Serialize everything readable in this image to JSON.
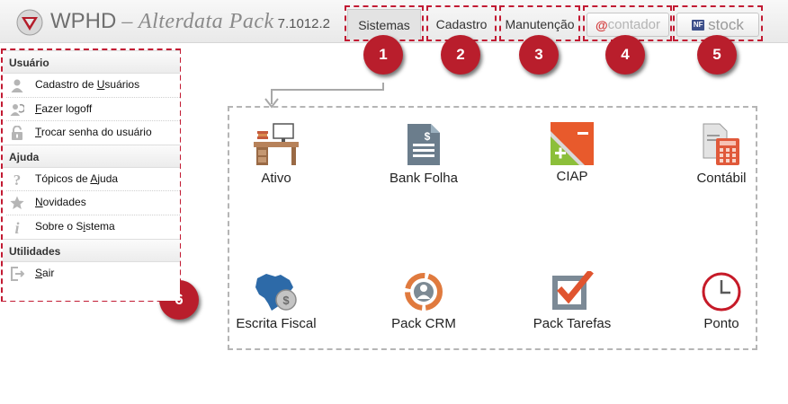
{
  "header": {
    "brand_name": "WPHD",
    "brand_separator": "–",
    "brand_product": "Alterdata Pack",
    "version": "7.1012.2",
    "tabs": {
      "sistemas": "Sistemas",
      "cadastro": "Cadastro",
      "manutencao": "Manutenção",
      "contador": "contador",
      "stock": "stock",
      "stock_badge": "NF"
    },
    "accent_color": "#c21b33"
  },
  "callouts": [
    "1",
    "2",
    "3",
    "4",
    "5",
    "6"
  ],
  "menu": {
    "usuario": {
      "title": "Usuário",
      "items": [
        {
          "pre": "Cadastro de ",
          "u": "U",
          "post": "suários",
          "icon": "user-icon"
        },
        {
          "pre": "",
          "u": "F",
          "post": "azer logoff",
          "icon": "logoff-icon"
        },
        {
          "pre": "",
          "u": "T",
          "post": "rocar senha do usuário",
          "icon": "lock-icon"
        }
      ]
    },
    "ajuda": {
      "title": "Ajuda",
      "items": [
        {
          "pre": "Tópicos de ",
          "u": "A",
          "post": "juda",
          "icon": "question-icon"
        },
        {
          "pre": "",
          "u": "N",
          "post": "ovidades",
          "icon": "star-icon"
        },
        {
          "pre": "Sobre o S",
          "u": "i",
          "post": "stema",
          "icon": "info-icon"
        }
      ]
    },
    "utilidades": {
      "title": "Utilidades",
      "items": [
        {
          "pre": "",
          "u": "S",
          "post": "air",
          "icon": "exit-icon"
        }
      ]
    }
  },
  "apps": [
    {
      "label": "Ativo",
      "icon": "desk-icon"
    },
    {
      "label": "Bank Folha",
      "icon": "document-dollar-icon"
    },
    {
      "label": "CIAP",
      "icon": "plus-minus-icon"
    },
    {
      "label": "Contábil",
      "icon": "calculator-icon"
    },
    {
      "label": "Escrita Fiscal",
      "icon": "brazil-map-coin-icon"
    },
    {
      "label": "Pack CRM",
      "icon": "crm-cycle-icon"
    },
    {
      "label": "Pack Tarefas",
      "icon": "checkbox-icon"
    },
    {
      "label": "Ponto",
      "icon": "clock-icon"
    }
  ]
}
